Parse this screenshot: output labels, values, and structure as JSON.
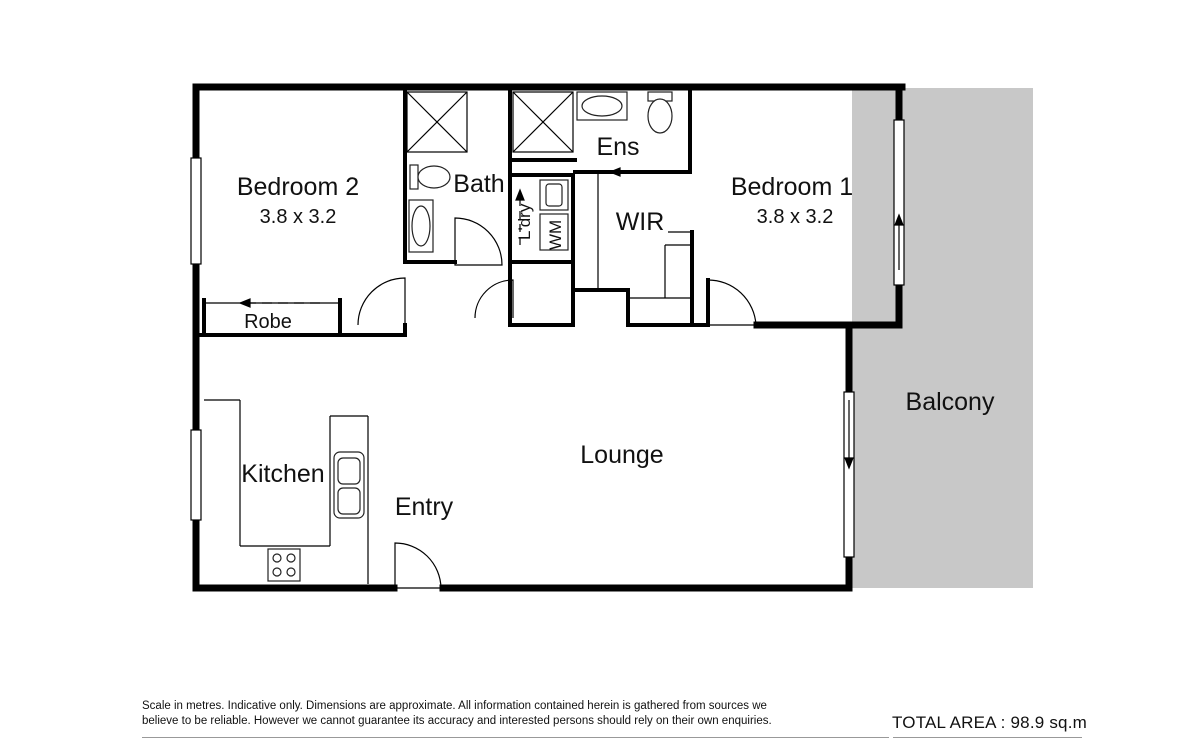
{
  "rooms": {
    "bedroom2": {
      "name": "Bedroom 2",
      "dims": "3.8 x 3.2"
    },
    "bedroom1": {
      "name": "Bedroom 1",
      "dims": "3.8 x 3.2"
    },
    "bath": "Bath",
    "laundry": "L'dry",
    "washing_machine": "WM",
    "ensuite": "Ens",
    "wir": "WIR",
    "robe": "Robe",
    "kitchen": "Kitchen",
    "entry": "Entry",
    "lounge": "Lounge",
    "balcony": "Balcony"
  },
  "footer": {
    "disclaimer_line1": "Scale in metres. Indicative only. Dimensions are approximate. All information contained herein is gathered from sources we",
    "disclaimer_line2": "believe to be reliable. However we cannot guarantee its accuracy and interested persons should rely on their own enquiries.",
    "total_area_label": "TOTAL AREA :",
    "total_area_value": "98.9",
    "total_area_unit": "sq.m"
  },
  "colors": {
    "wall": "#000000",
    "balcony": "#c8c8c8",
    "fixture": "#555555"
  }
}
